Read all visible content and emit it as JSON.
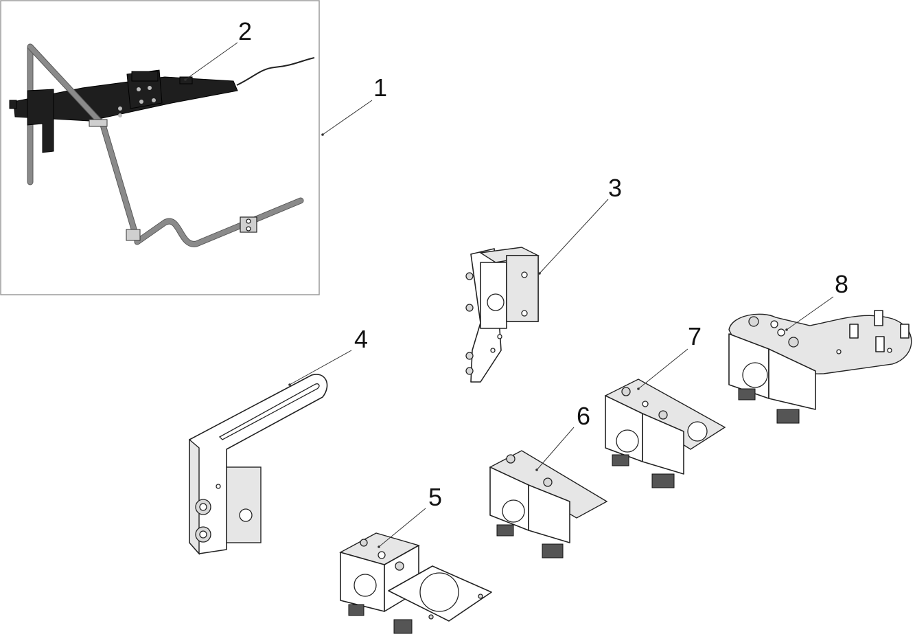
{
  "callouts": [
    "1",
    "2",
    "3",
    "4",
    "5",
    "6",
    "7",
    "8"
  ],
  "colors": {
    "line": "#222222",
    "panel_border": "#9a9a9a",
    "arm_black": "#1e1e1e",
    "rod_grey": "#8a8a8a",
    "part_fill": "#e6e6e6"
  }
}
